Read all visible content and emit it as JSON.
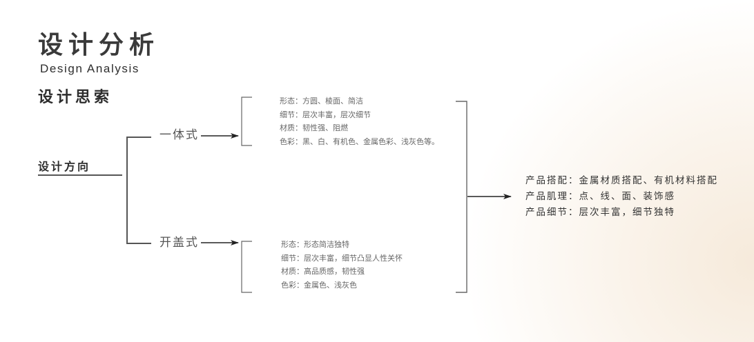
{
  "header": {
    "title": "设计分析",
    "subtitle_en": "Design Analysis",
    "section_title": "设计思索"
  },
  "diagram": {
    "root": "设计方向",
    "branches": [
      {
        "label": "一体式",
        "details": [
          "形态：方圆、棱面、简洁",
          "细节：层次丰富，层次细节",
          "材质：韧性强、阻燃",
          "色彩：黑、白、有机色、金属色彩、浅灰色等。"
        ]
      },
      {
        "label": "开盖式",
        "details": [
          "形态：形态简洁独特",
          "细节：层次丰富，细节凸显人性关怀",
          "材质：高品质感，韧性强",
          "色彩：金属色、浅灰色"
        ]
      }
    ],
    "summary": [
      "产品搭配：金属材质搭配、有机材料搭配",
      "产品肌理：点、线、面、装饰感",
      "产品细节：层次丰富，细节独特"
    ]
  },
  "colors": {
    "line": "#555555",
    "text_dark": "#2d2d2d",
    "text_light": "#666666",
    "bg_accent": "#f6eadb"
  }
}
